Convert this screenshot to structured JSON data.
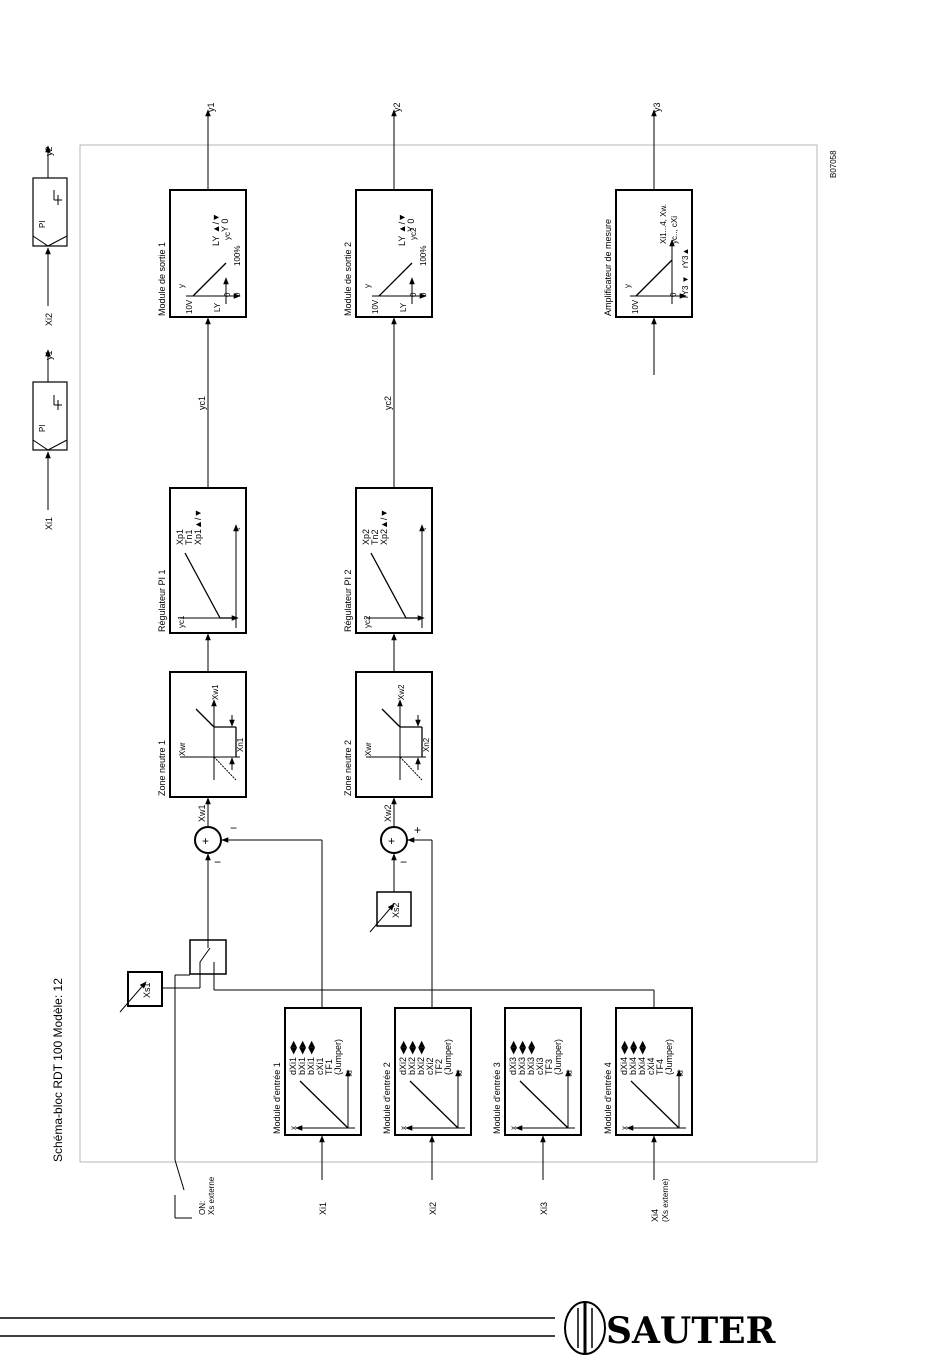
{
  "document": {
    "title": "Schéma-bloc RDT 100 Modèle: 12",
    "drawing_number": "B07058",
    "brand": "SAUTER"
  },
  "outputs": [
    "y1",
    "y2",
    "y3"
  ],
  "output_modules": [
    {
      "title": "Module de sortie 1",
      "params": [
        "LY ▲/▼",
        "Y 0"
      ],
      "y_label": "y",
      "v10": "10V",
      "ly": "LY",
      "zero1": "0",
      "zero2": "0",
      "pct": "100%",
      "x_label": "yc"
    },
    {
      "title": "Module de sortie 2",
      "params": [
        "LY ▲/▼",
        "Y 0"
      ],
      "y_label": "y",
      "v10": "10V",
      "ly": "LY",
      "zero1": "0",
      "zero2": "0",
      "pct": "100%",
      "x_label": "yc2"
    }
  ],
  "amplifier": {
    "title": "Amplificateur de mesure",
    "y_label": "y",
    "v10": "10V",
    "zero": "0",
    "ry3": "rY3 ▼",
    "ry3b": "rY3▲",
    "line1": "Xi1...4, Xw.",
    "line2": "yc.., cXi"
  },
  "signals": {
    "yc1": "yc1",
    "yc2": "yc2"
  },
  "pi_controllers": [
    {
      "title": "Régulateur PI 1",
      "params": [
        "Xp1",
        "Tn1",
        "Xp1▲/▼"
      ],
      "y_label": "yc1",
      "t_label": "t"
    },
    {
      "title": "Régulateur PI  2",
      "params": [
        "Xp2",
        "Tn2",
        "Xp2▲/▼"
      ],
      "y_label": "yc2",
      "t_label": "t"
    }
  ],
  "neutral_zones": [
    {
      "title": "Zone neutre 1",
      "xwr": "Xwr",
      "xw": "Xw1",
      "xn": "Xn1"
    },
    {
      "title": "Zone neutre 2",
      "xwr": "Xwr",
      "xw": "Xw2",
      "xn": "Xn2"
    }
  ],
  "summers": [
    {
      "out_label": "Xw1",
      "sign_a": "−",
      "sign_b": "−",
      "symbol": "+"
    },
    {
      "out_label": "Xw2",
      "sign_a": "+",
      "sign_b": "−",
      "symbol": "+"
    }
  ],
  "setpoints": {
    "xs1": "Xs1",
    "xs2": "Xs2"
  },
  "switch_label": [
    "ON:",
    "Xs externe"
  ],
  "pi_symbols": [
    {
      "input": "Xi1",
      "output": "y1",
      "label": "PI"
    },
    {
      "input": "Xi2",
      "output": "y2",
      "label": "PI"
    }
  ],
  "input_modules": [
    {
      "title": "Module d'entrée 1",
      "params": [
        "dXi1 ◀▶",
        "bXi1 ◀▶",
        "bXi1 ◀▶",
        "cXi1",
        "TF1",
        "(Jumper)"
      ],
      "x_label": "x",
      "xi_label": "xi",
      "input": "Xi1"
    },
    {
      "title": "Module d'entrée 2",
      "params": [
        "dXi2 ◀▶",
        "bXi2 ◀▶",
        "bXi2 ◀▶",
        "cXi2",
        "TF2",
        "(Jumper)"
      ],
      "x_label": "x",
      "xi_label": "xi",
      "input": "Xi2"
    },
    {
      "title": "Module d'entrée 3",
      "params": [
        "dXi3 ◀▶",
        "bXi3 ◀▶",
        "bXi3 ◀▶",
        "cXi3",
        "TF3",
        "(Jumper)"
      ],
      "x_label": "x",
      "xi_label": "xi",
      "input": "Xi3"
    },
    {
      "title": "Module d'entrée 4",
      "params": [
        "dXi4 ◀▶",
        "bXi4 ◀▶",
        "bXi4 ◀▶",
        "cXi4",
        "TF4",
        "(Jumper)"
      ],
      "x_label": "x",
      "xi_label": "xi",
      "input": "Xi4",
      "input2": "(Xs externe)"
    }
  ]
}
